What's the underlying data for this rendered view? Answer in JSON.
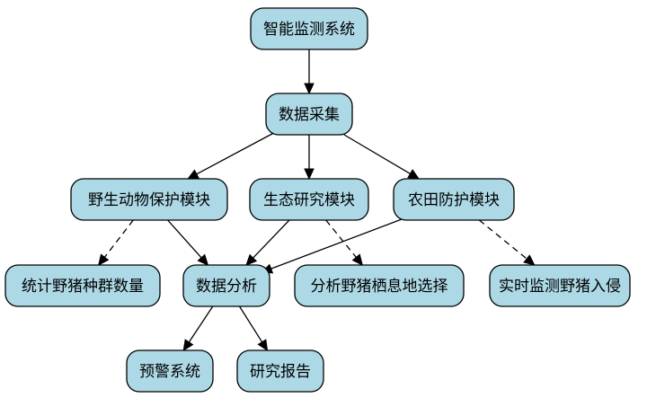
{
  "diagram": {
    "nodes": [
      {
        "id": "root",
        "label": "智能监测系统"
      },
      {
        "id": "collect",
        "label": "数据采集"
      },
      {
        "id": "wildlife",
        "label": "野生动物保护模块"
      },
      {
        "id": "eco",
        "label": "生态研究模块"
      },
      {
        "id": "farm",
        "label": "农田防护模块"
      },
      {
        "id": "count",
        "label": "统计野猪种群数量"
      },
      {
        "id": "analysis",
        "label": "数据分析"
      },
      {
        "id": "habitat",
        "label": "分析野猪栖息地选择"
      },
      {
        "id": "monitor",
        "label": "实时监测野猪入侵"
      },
      {
        "id": "warn",
        "label": "预警系统"
      },
      {
        "id": "report",
        "label": "研究报告"
      }
    ],
    "edges": [
      {
        "from": "root",
        "to": "collect",
        "style": "solid"
      },
      {
        "from": "collect",
        "to": "wildlife",
        "style": "solid"
      },
      {
        "from": "collect",
        "to": "eco",
        "style": "solid"
      },
      {
        "from": "collect",
        "to": "farm",
        "style": "solid"
      },
      {
        "from": "wildlife",
        "to": "count",
        "style": "dashed"
      },
      {
        "from": "wildlife",
        "to": "analysis",
        "style": "solid"
      },
      {
        "from": "eco",
        "to": "analysis",
        "style": "solid"
      },
      {
        "from": "eco",
        "to": "habitat",
        "style": "dashed"
      },
      {
        "from": "farm",
        "to": "analysis",
        "style": "solid"
      },
      {
        "from": "farm",
        "to": "monitor",
        "style": "dashed"
      },
      {
        "from": "analysis",
        "to": "warn",
        "style": "solid"
      },
      {
        "from": "analysis",
        "to": "report",
        "style": "solid"
      }
    ]
  }
}
